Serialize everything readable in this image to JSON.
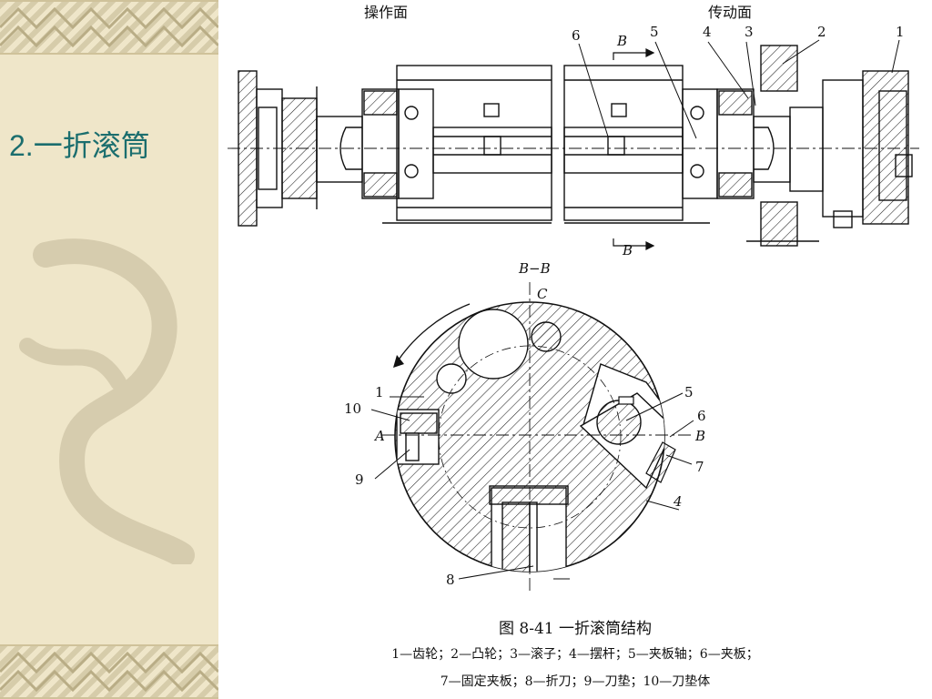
{
  "slide": {
    "title": "2.一折滚筒"
  },
  "figure": {
    "top_view": {
      "side_left": "操作面",
      "side_right": "传动面",
      "section_marker_top": "B",
      "section_marker_bottom": "B",
      "numbers": [
        "6",
        "5",
        "4",
        "3",
        "2",
        "1"
      ]
    },
    "section_view": {
      "title": "B−B",
      "point_c": "C",
      "point_a": "A",
      "point_b": "B",
      "numbers": [
        "1",
        "10",
        "9",
        "5",
        "6",
        "7",
        "4",
        "8"
      ]
    },
    "caption": "图 8-41    一折滚筒结构",
    "legend_line1": "1—齿轮；2—凸轮；3—滚子；4—摆杆；5—夹板轴；6—夹板；",
    "legend_line2": "7—固定夹板；8—折刀；9—刀垫；10—刀垫体"
  }
}
